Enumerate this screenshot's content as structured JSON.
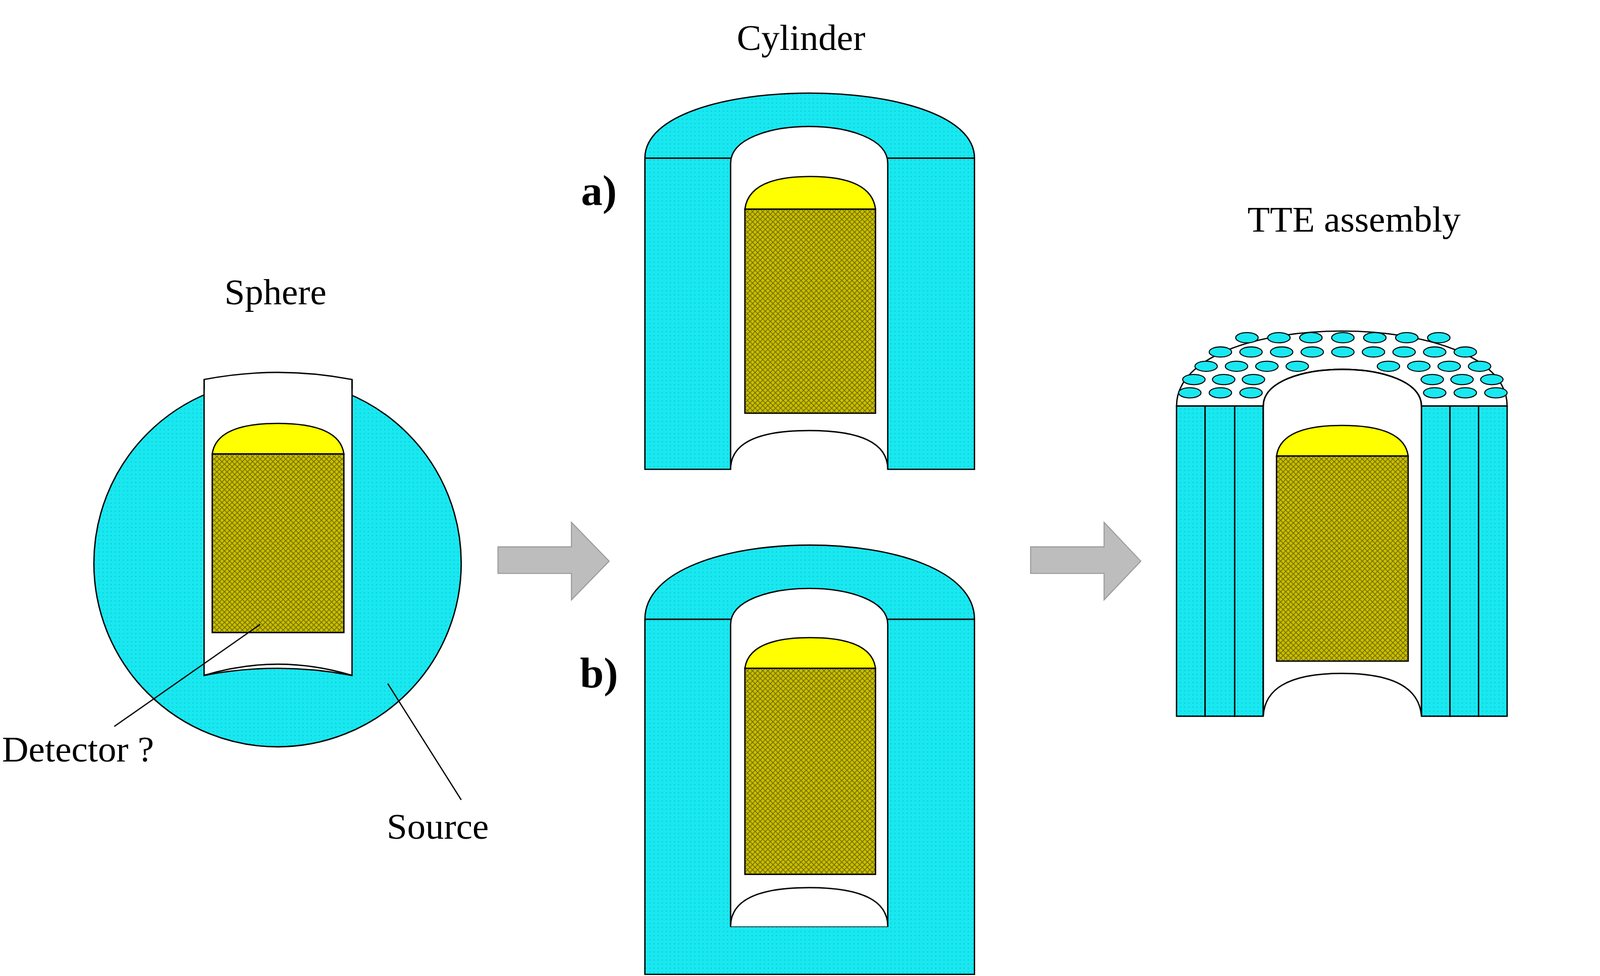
{
  "diagram": {
    "labels": [
      "Cylinder",
      "a)",
      "b)",
      "Sphere",
      "TTE assembly",
      "Detector ?",
      "Source"
    ]
  }
}
